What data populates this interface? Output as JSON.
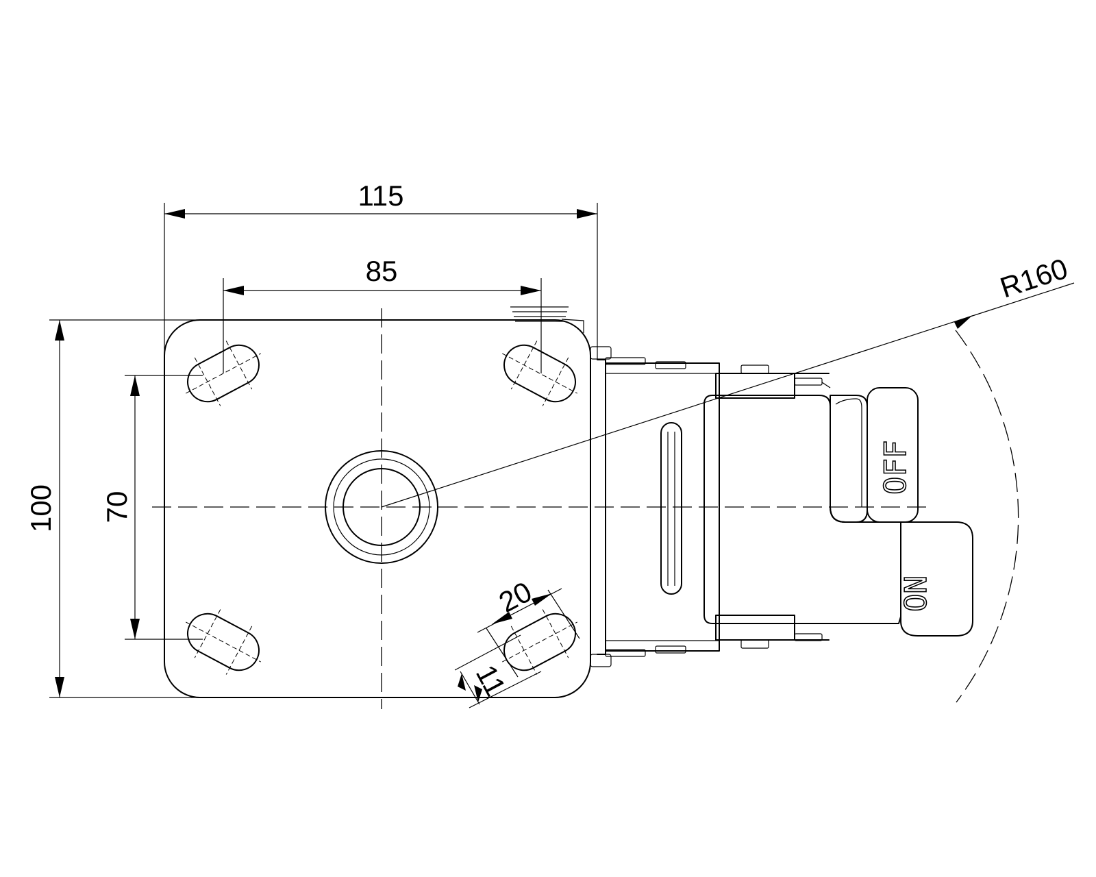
{
  "drawing": {
    "dimensions": {
      "plate_width": "115",
      "hole_spacing_x": "85",
      "plate_height": "100",
      "hole_spacing_y": "70",
      "slot_length": "20",
      "slot_width": "11",
      "swivel_radius": "R160"
    },
    "brake_labels": {
      "off": "OFF",
      "on": "ON"
    },
    "colors": {
      "line": "#000000",
      "background": "#ffffff"
    }
  }
}
